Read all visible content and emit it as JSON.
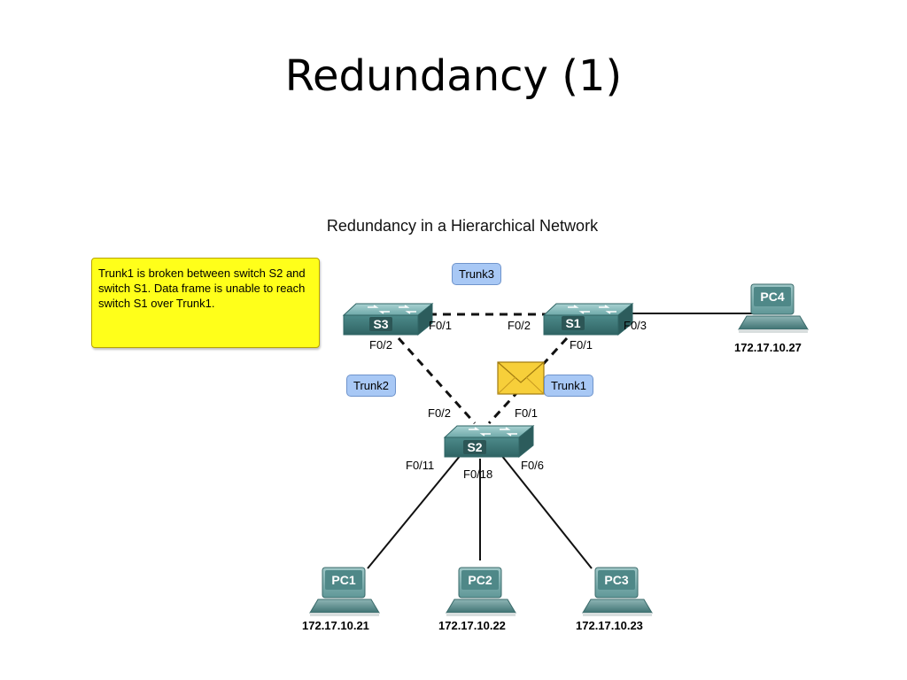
{
  "slide": {
    "title": "Redundancy (1)"
  },
  "diagram": {
    "title": "Redundancy in a Hierarchical Network",
    "callout": "Trunk1 is broken between switch S2 and switch S1. Data frame is unable to reach switch S1 over Trunk1.",
    "trunks": {
      "trunk1": "Trunk1",
      "trunk2": "Trunk2",
      "trunk3": "Trunk3"
    },
    "switches": {
      "s1": "S1",
      "s2": "S2",
      "s3": "S3"
    },
    "pcs": {
      "pc1": "PC1",
      "pc2": "PC2",
      "pc3": "PC3",
      "pc4": "PC4"
    },
    "ports": {
      "s3_f01": "F0/1",
      "s3_f02": "F0/2",
      "s1_f02": "F0/2",
      "s1_f01": "F0/1",
      "s1_f03": "F0/3",
      "s2_f02": "F0/2",
      "s2_f01": "F0/1",
      "s2_f011": "F0/11",
      "s2_f018": "F0/18",
      "s2_f06": "F0/6"
    },
    "ips": {
      "pc1": "172.17.10.21",
      "pc2": "172.17.10.22",
      "pc3": "172.17.10.23",
      "pc4": "172.17.10.27"
    },
    "colors": {
      "callout": "#ffff1a",
      "trunk_label": "#a8c8f5",
      "switch": "#5f9f9f",
      "envelope": "#f7cf3a"
    }
  }
}
